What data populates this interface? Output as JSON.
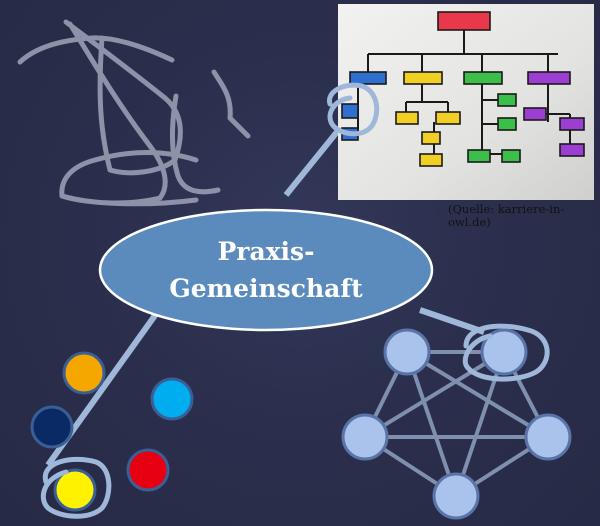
{
  "center": {
    "label": "Praxis-\nGemeinschaft"
  },
  "source_caption": "(Quelle: karriere-in-owl.de)",
  "colors": {
    "background": "#2b2f4d",
    "ellipse_fill": "#5b8bbd",
    "ellipse_stroke": "#ffffff",
    "connector": "#9fb7d8",
    "scribble": "#8d92a8",
    "network_node": "#a9c3ec",
    "network_node_stroke": "#5a74a8",
    "network_edge": "#7f8fae"
  },
  "org_chart_photo": {
    "box_colors": [
      "#e8384a",
      "#2f6fd0",
      "#f2cf23",
      "#3cbf4a",
      "#9b3ed1"
    ]
  },
  "colored_dots": [
    {
      "name": "orange-dot",
      "color": "#f5a700"
    },
    {
      "name": "sky-blue-dot",
      "color": "#00aef0"
    },
    {
      "name": "navy-dot",
      "color": "#0a2a66"
    },
    {
      "name": "red-dot",
      "color": "#e60012"
    },
    {
      "name": "yellow-dot",
      "color": "#fff200"
    }
  ]
}
